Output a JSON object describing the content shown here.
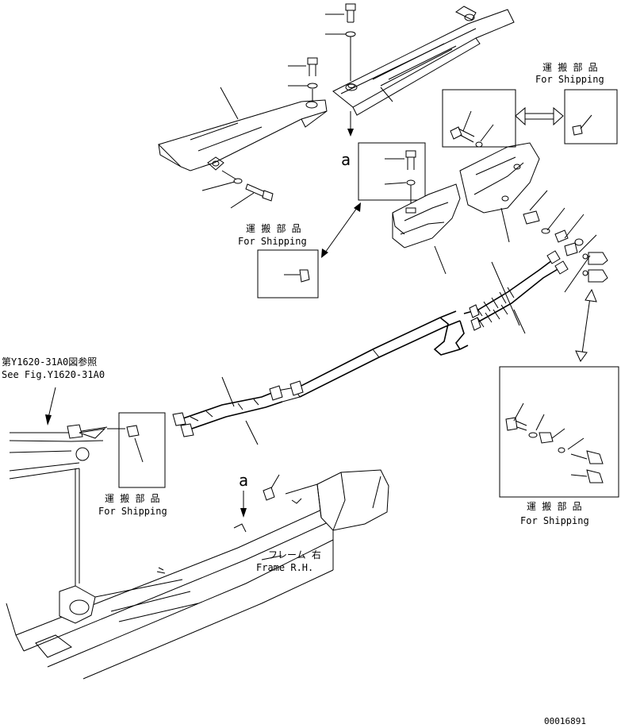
{
  "labels": {
    "for_shipping_jp": "運 搬 部 品",
    "for_shipping_en": "For Shipping",
    "ref_fig_jp": "第Y1620-31A0図参照",
    "ref_fig_en": "See Fig.Y1620-31A0",
    "frame_jp": "フレーム 右",
    "frame_en": "Frame R.H.",
    "detail_a": "a",
    "drawing_no": "00016891"
  }
}
